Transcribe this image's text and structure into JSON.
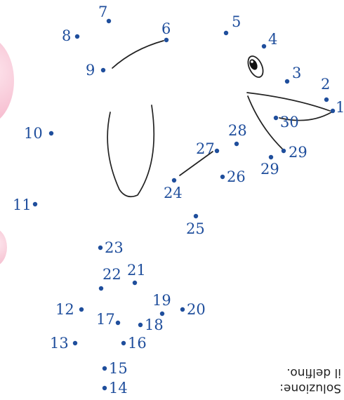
{
  "dots": [
    {
      "n": "1",
      "label": "1"
    },
    {
      "n": "2",
      "label": "2"
    },
    {
      "n": "3",
      "label": "3"
    },
    {
      "n": "4",
      "label": "4"
    },
    {
      "n": "5",
      "label": "5"
    },
    {
      "n": "6",
      "label": "6"
    },
    {
      "n": "7",
      "label": "7"
    },
    {
      "n": "8",
      "label": "8"
    },
    {
      "n": "9",
      "label": "9"
    },
    {
      "n": "10",
      "label": "10"
    },
    {
      "n": "11",
      "label": "11"
    },
    {
      "n": "12",
      "label": "12"
    },
    {
      "n": "13",
      "label": "13"
    },
    {
      "n": "14",
      "label": "14"
    },
    {
      "n": "15",
      "label": "15"
    },
    {
      "n": "16",
      "label": "16"
    },
    {
      "n": "17",
      "label": "17"
    },
    {
      "n": "18",
      "label": "18"
    },
    {
      "n": "19",
      "label": "19"
    },
    {
      "n": "20",
      "label": "20"
    },
    {
      "n": "21",
      "label": "21"
    },
    {
      "n": "22",
      "label": "22"
    },
    {
      "n": "23",
      "label": "23"
    },
    {
      "n": "24",
      "label": "24"
    },
    {
      "n": "25",
      "label": "25"
    },
    {
      "n": "26",
      "label": "26"
    },
    {
      "n": "27",
      "label": "27"
    },
    {
      "n": "28",
      "label": "28"
    },
    {
      "n": "29",
      "label": "29"
    },
    {
      "n": "30",
      "label": "30"
    }
  ],
  "solution": {
    "heading": "Soluzione:",
    "answer": "il delfino."
  },
  "colors": {
    "dots": "#1f4e9c",
    "lines": "#222222",
    "pink": "#f6b8cc"
  }
}
